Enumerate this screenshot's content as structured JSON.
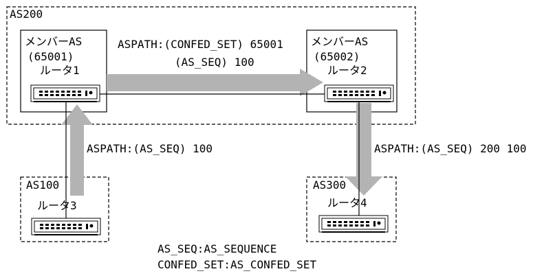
{
  "as200": {
    "label": "AS200"
  },
  "as100": {
    "label": "AS100"
  },
  "as300": {
    "label": "AS300"
  },
  "member1": {
    "title": "メンバーAS",
    "asn": "(65001)",
    "router": "ルータ1"
  },
  "member2": {
    "title": "メンバーAS",
    "asn": "(65002)",
    "router": "ルータ2"
  },
  "router3": {
    "label": "ルータ3"
  },
  "router4": {
    "label": "ルータ4"
  },
  "path_1_to_2": {
    "line1": "ASPATH:(CONFED_SET) 65001",
    "line2": "(AS_SEQ) 100"
  },
  "path_3_to_1": {
    "label": "ASPATH:(AS_SEQ) 100"
  },
  "path_2_to_4": {
    "label": "ASPATH:(AS_SEQ) 200 100"
  },
  "legend": {
    "line1": "AS_SEQ:AS_SEQUENCE",
    "line2": "CONFED_SET:AS_CONFED_SET"
  },
  "colors": {
    "arrow": "#b3b3b3",
    "line": "#000000",
    "box": "#000000"
  }
}
